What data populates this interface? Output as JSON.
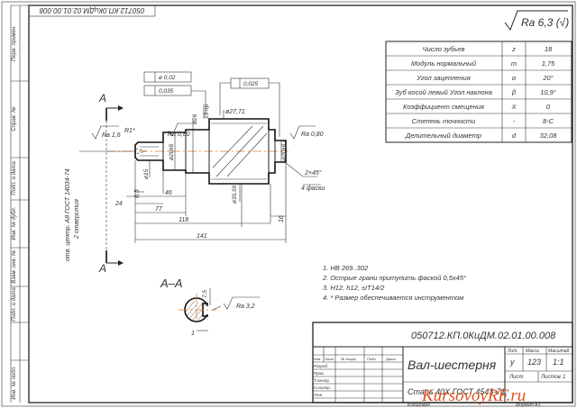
{
  "doc_code": "050712.КП.0КиДМ.02.01.00.008",
  "roughness_corner": "Ra 6,3 (√)",
  "params": [
    {
      "name": "Число зубьев",
      "sym": "z",
      "val": "18"
    },
    {
      "name": "Модуль нормальный",
      "sym": "m",
      "val": "1,75"
    },
    {
      "name": "Угол зацепления",
      "sym": "α",
      "val": "20°"
    },
    {
      "name": "Зуб косой левый Угол наклона",
      "sym": "β",
      "val": "10,9°"
    },
    {
      "name": "Коэффициент смещения",
      "sym": "X",
      "val": "0"
    },
    {
      "name": "Степень точности",
      "sym": "-",
      "val": "8-С"
    },
    {
      "name": "Делительный диаметр",
      "sym": "d",
      "val": "32,08"
    }
  ],
  "side_labels": {
    "perv": "Перв. примен.",
    "sprav": "Справ. №",
    "podp_data_1": "Подп. и дата",
    "inv_dubl": "Инв. № дубл.",
    "vzam_inv": "Взам. инв. №",
    "podp_data_2": "Подп. и дата",
    "inv_podl": "Инв. № подл."
  },
  "dims": {
    "d_0_02": "ø 0,02",
    "d_0_035": "0,035",
    "d_0_025": "0,025",
    "ra_1_6": "Ra 1,6",
    "ra_0_8_a": "Ra 0,80",
    "ra_0_8_b": "Ra 0,80",
    "ra_3_2": "Ra 3,2",
    "r1": "R1*",
    "d_27_71": "ø27,71",
    "d_20k6_a": "ø20k6",
    "d_20k6_b": "ø20k6",
    "d_35_59": "ø35,59",
    "d_15": "ø15",
    "d_26": "ø26",
    "d_15_pr": "15 пр",
    "c2": "2×45°",
    "fasok": "4 фаски",
    "l_6_5": "6,5",
    "l_24": "24",
    "l_46": "46",
    "l_77": "77",
    "l_118": "118",
    "l_141": "141",
    "l_16": "16",
    "center_hole": "отв. центр. А8 ГОСТ 14034-74",
    "two_holes": "2 отверстия",
    "d_7_5": "7,5",
    "d_1": "1",
    "sec_1": "1"
  },
  "section": {
    "a_top": "А",
    "a_bot": "А",
    "aa": "А–А"
  },
  "notes": [
    "1. HB 269..302",
    "2. Острые грани притупить фаской 0,5х45°",
    "3. H12, h12, ±IT14/2",
    "4. * Размер обеспечивается инструментом"
  ],
  "title_block": {
    "code": "050712.КП.0КиДМ.02.01.00.008",
    "name": "Вал-шестерня",
    "material": "Сталь 40Х ГОСТ 4543-71",
    "lit": "Лит.",
    "massa": "Масса",
    "masshtab": "Масштаб",
    "lit_val": "у",
    "massa_val": "123",
    "masshtab_val": "1:1",
    "list": "Лист",
    "listov": "Листов",
    "listov_val": "1",
    "kopiroval": "Копировал",
    "format": "Формат А3",
    "izm": "Изм",
    "list_col": "Лист",
    "doc": "№ докум.",
    "podp": "Подп.",
    "data": "Дата",
    "razrab": "Разраб.",
    "prov": "Пров.",
    "t_kontr": "Т.контр.",
    "n_kontr": "Н.контр.",
    "utv": "Утв."
  },
  "watermark": "KursovoyRF.ru",
  "watermark_domain": ""
}
